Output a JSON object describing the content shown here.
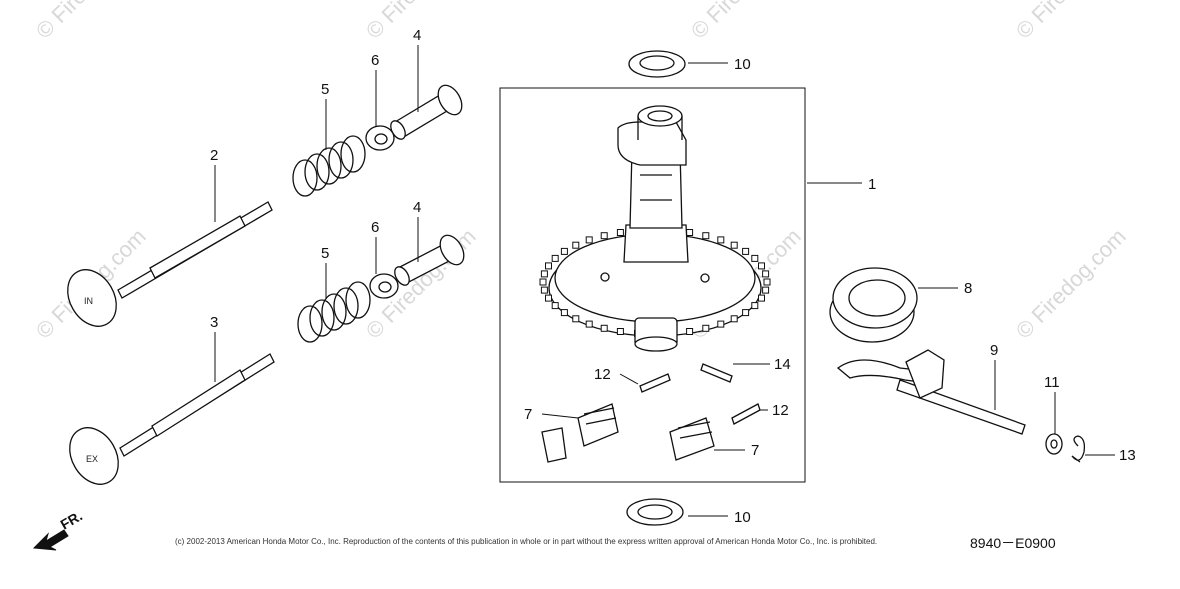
{
  "callouts": {
    "c1": "1",
    "c2": "2",
    "c3": "3",
    "c4a": "4",
    "c4b": "4",
    "c5a": "5",
    "c5b": "5",
    "c6a": "6",
    "c6b": "6",
    "c7a": "7",
    "c7b": "7",
    "c8": "8",
    "c9": "9",
    "c10a": "10",
    "c10b": "10",
    "c11": "11",
    "c12a": "12",
    "c12b": "12",
    "c13": "13",
    "c14": "14"
  },
  "part_markings": {
    "intake": "IN",
    "exhaust": "EX"
  },
  "direction_label": "FR.",
  "watermark": "© Firedog.com",
  "drawing_code": "8940－E0900",
  "copyright": "(c) 2002-2013 American Honda Motor Co., Inc. Reproduction of the contents of this publication in whole or in part without the express written approval of American Honda Motor Co., Inc. is prohibited."
}
